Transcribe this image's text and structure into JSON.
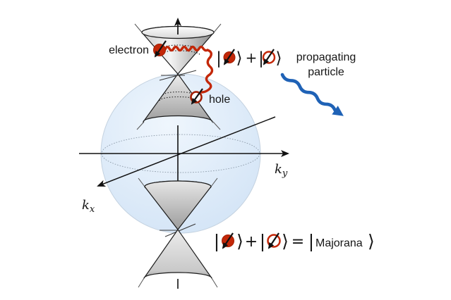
{
  "labels": {
    "electron": "electron",
    "hole": "hole",
    "propagating_line1": "propagating",
    "propagating_line2": "particle",
    "majorana": "Majorana"
  },
  "axes": {
    "kx_base": "k",
    "kx_sub": "x",
    "ky_base": "k",
    "ky_sub": "y"
  },
  "notation": {
    "bar": "|",
    "rangle": "⟩",
    "plus": "+",
    "equals": "="
  },
  "icons": {
    "electron_particle": "red-filled-circle-with-spin-arrow",
    "hole_particle": "red-open-circle-with-spin-arrow",
    "red_wavy_line": "electron-hole-coupling-wave",
    "blue_wavy_arrow": "propagating-particle-wave-arrow",
    "up_axis_arrow": "energy-axis-arrow"
  },
  "colors": {
    "red": "#c32708",
    "red_stroke": "#a31e00",
    "blue": "#1f62b6",
    "ink": "#161616",
    "sphere_light": "#eff6fd",
    "sphere_edge": "#d3e4f6"
  }
}
